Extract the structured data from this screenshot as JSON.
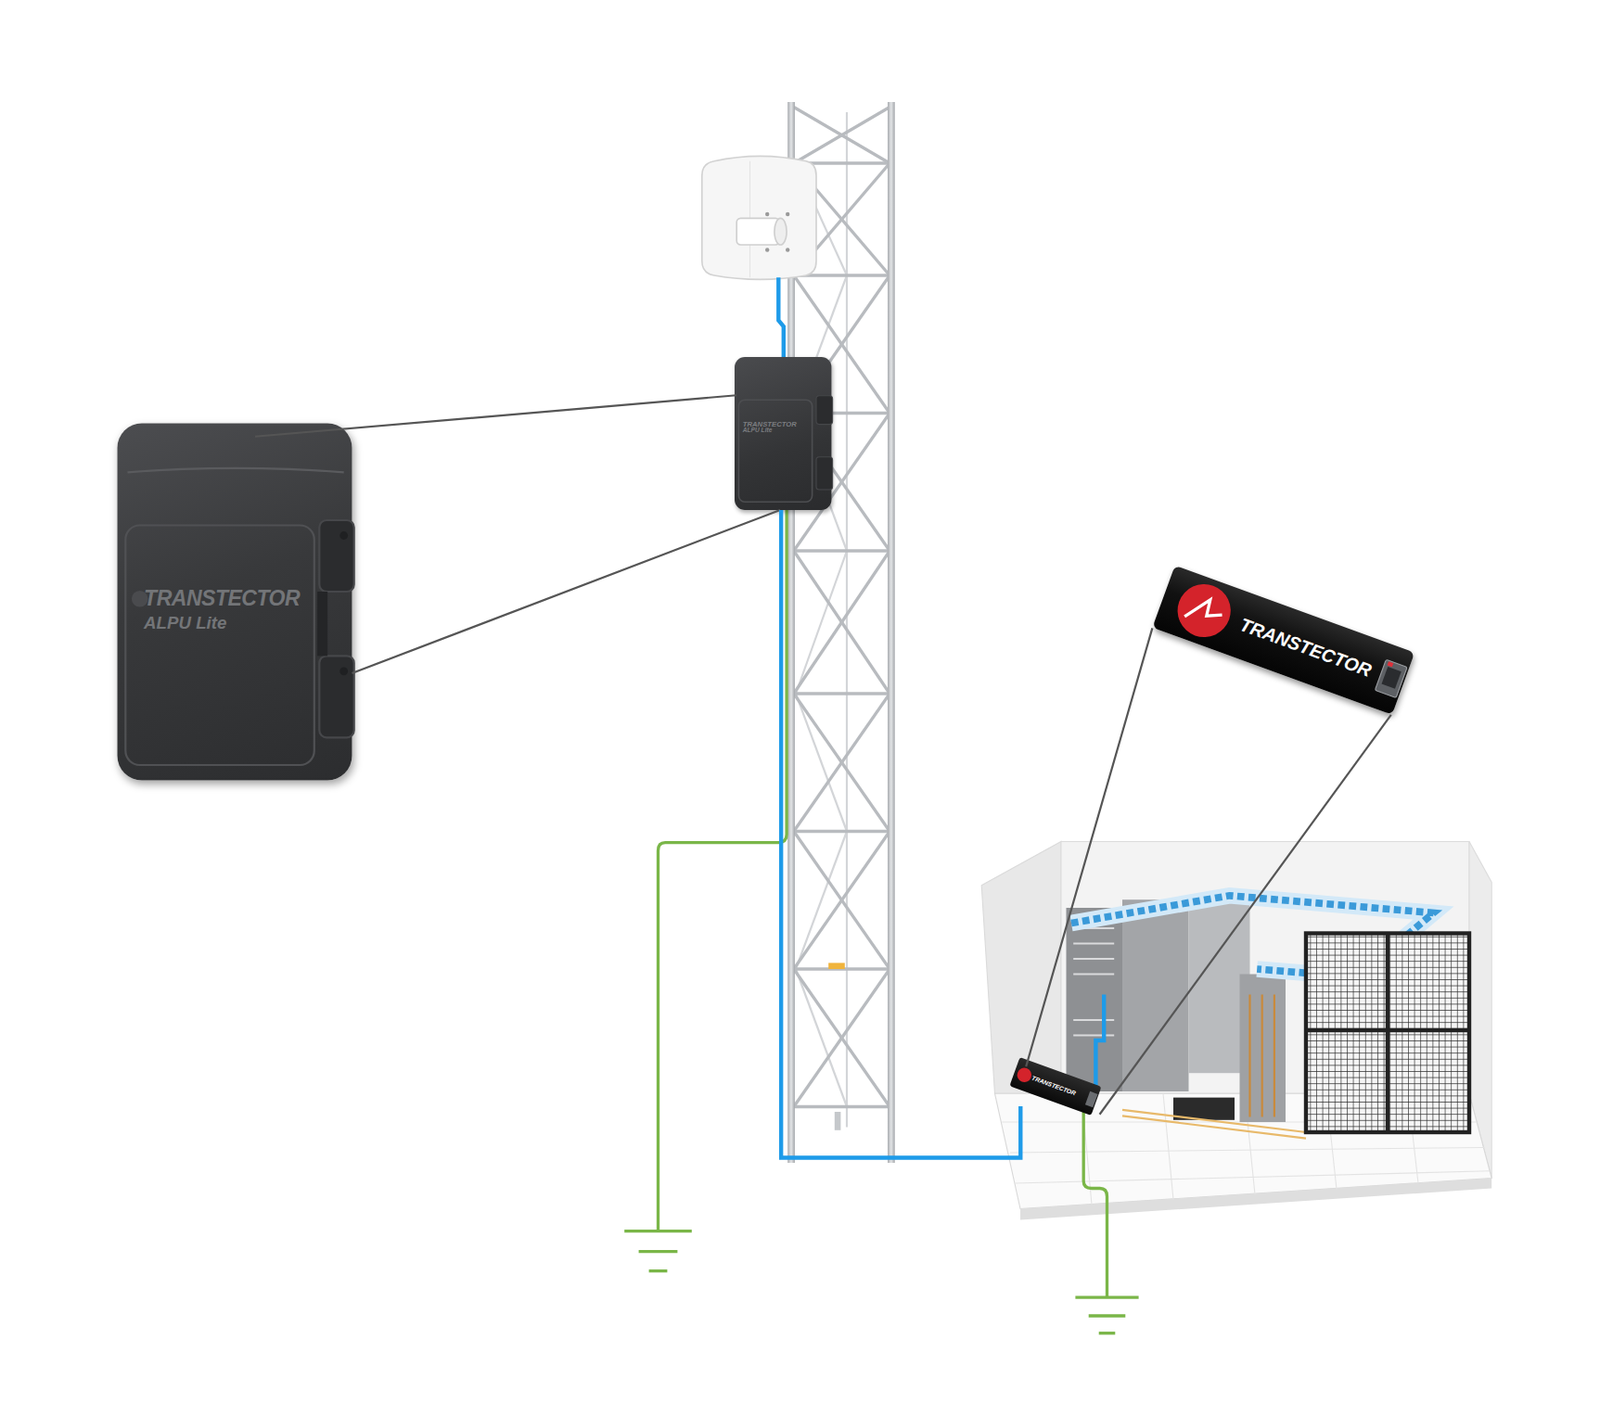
{
  "diagram": {
    "nodes": [
      {
        "text": [
          "TRANSTECTOR",
          "ALPU Lite"
        ]
      },
      {
        "text": [
          "TRANSTECTOR",
          "ALPU Lite"
        ]
      },
      {
        "text": [
          "TRANSTECTOR"
        ]
      },
      {
        "text": [
          "TRANSTECTOR"
        ]
      }
    ],
    "edges": [
      {
        "from": 1,
        "to": 0,
        "arrow": "none"
      },
      {
        "from": 1,
        "to": 0,
        "arrow": "none"
      },
      {
        "from": 2,
        "to": 3,
        "arrow": "none"
      },
      {
        "from": 2,
        "to": 3,
        "arrow": "none"
      },
      {
        "from": 0,
        "to": 3,
        "arrow": "none"
      }
    ]
  }
}
